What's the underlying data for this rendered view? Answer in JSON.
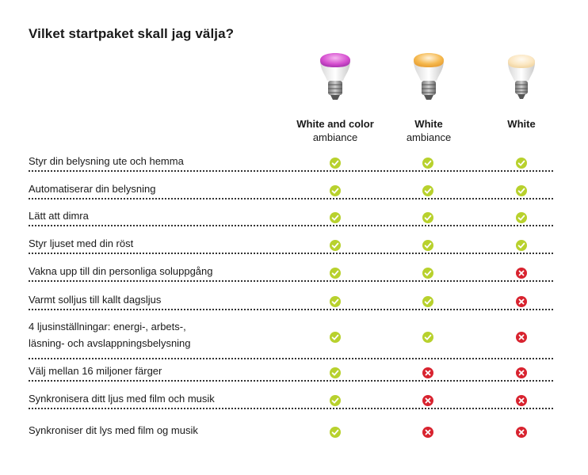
{
  "title": "Vilket startpaket skall jag välja?",
  "columns": [
    {
      "name": "White and color",
      "sub": "ambiance"
    },
    {
      "name": "White",
      "sub": "ambiance"
    },
    {
      "name": "White",
      "sub": ""
    }
  ],
  "colors": {
    "check": "#b8d12d",
    "cross": "#d8232f",
    "dots": "#333333"
  },
  "rows": [
    {
      "label": [
        "Styr din belysning ute och hemma"
      ],
      "values": [
        true,
        true,
        true
      ]
    },
    {
      "label": [
        "Automatiserar din belysning"
      ],
      "values": [
        true,
        true,
        true
      ]
    },
    {
      "label": [
        "Lätt att dimra"
      ],
      "values": [
        true,
        true,
        true
      ]
    },
    {
      "label": [
        "Styr ljuset med din röst"
      ],
      "values": [
        true,
        true,
        true
      ]
    },
    {
      "label": [
        "Vakna upp till din personliga soluppgång"
      ],
      "values": [
        true,
        true,
        false
      ]
    },
    {
      "label": [
        "Varmt solljus till kallt dagsljus"
      ],
      "values": [
        true,
        true,
        false
      ]
    },
    {
      "label": [
        "4 ljusinställningar: energi-, arbets-,",
        "läsning- och avslappningsbelysning"
      ],
      "values": [
        true,
        true,
        false
      ]
    },
    {
      "label": [
        "Välj mellan 16 miljoner färger"
      ],
      "values": [
        true,
        false,
        false
      ]
    },
    {
      "label": [
        "Synkronisera ditt ljus med film och musik"
      ],
      "values": [
        true,
        false,
        false
      ]
    },
    {
      "label": [
        "Synkroniser dit lys med film og musik"
      ],
      "values": [
        true,
        false,
        false
      ]
    }
  ]
}
